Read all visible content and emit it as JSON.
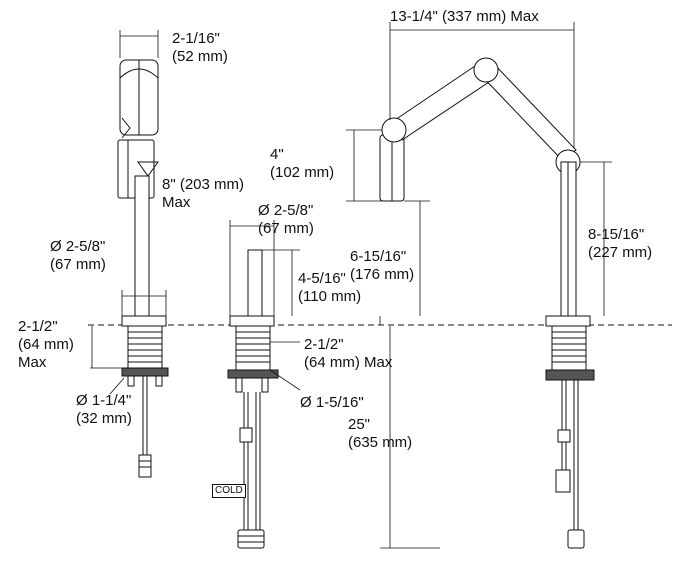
{
  "labels": {
    "l1_a": "2-1/16\"",
    "l1_b": "(52 mm)",
    "l2_a": "8\" (203 mm)",
    "l2_b": "Max",
    "l3_a": "Ø 2-5/8\"",
    "l3_b": "(67 mm)",
    "l4_a": "2-1/2\"",
    "l4_b": "(64 mm)",
    "l4_c": "Max",
    "l5_a": "Ø 1-1/4\"",
    "l5_b": "(32 mm)",
    "l6_a": "Ø 2-5/8\"",
    "l6_b": "(67 mm)",
    "l7_a": "4-5/16\"",
    "l7_b": "(110 mm)",
    "l8_a": "2-1/2\"",
    "l8_b": "(64 mm) Max",
    "l9": "Ø 1-5/16\"",
    "l10_a": "4\"",
    "l10_b": "(102 mm)",
    "l11": "13-1/4\" (337 mm) Max",
    "l12_a": "6-15/16\"",
    "l12_b": "(176 mm)",
    "l13_a": "8-15/16\"",
    "l13_b": "(227 mm)",
    "l14_a": "25\"",
    "l14_b": "(635 mm)",
    "cold": "COLD"
  }
}
